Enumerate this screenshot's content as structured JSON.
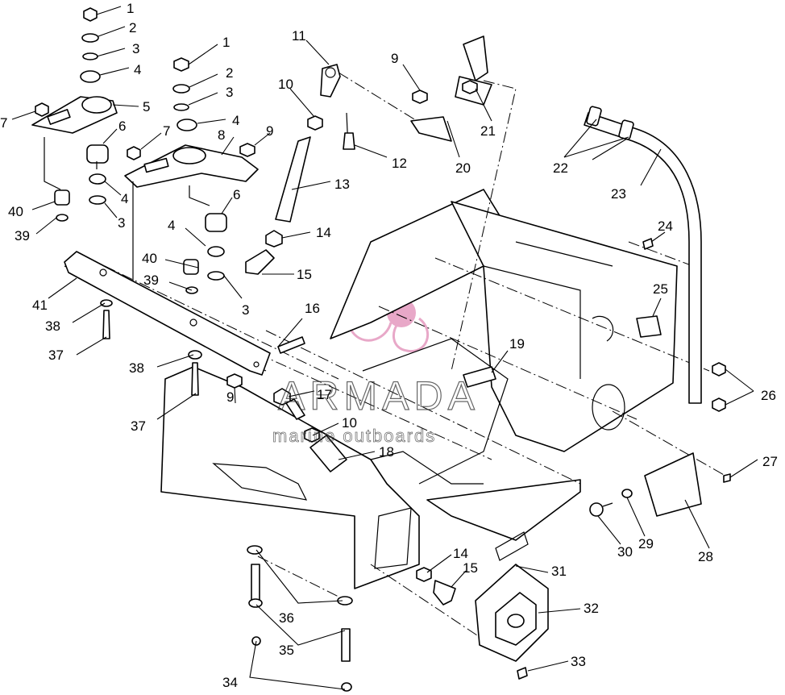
{
  "watermark": {
    "brand": "ARMADA",
    "tagline": "marine outboards",
    "logo_color": "#e8a8c8"
  },
  "callouts": [
    {
      "id": "c1a",
      "text": "1"
    },
    {
      "id": "c2a",
      "text": "2"
    },
    {
      "id": "c3a",
      "text": "3"
    },
    {
      "id": "c4a",
      "text": "4"
    },
    {
      "id": "c5",
      "text": "5"
    },
    {
      "id": "c6a",
      "text": "6"
    },
    {
      "id": "c7a",
      "text": "7"
    },
    {
      "id": "c40a",
      "text": "40"
    },
    {
      "id": "c39a",
      "text": "39"
    },
    {
      "id": "c4b",
      "text": "4"
    },
    {
      "id": "c3b",
      "text": "3"
    },
    {
      "id": "c1b",
      "text": "1"
    },
    {
      "id": "c2b",
      "text": "2"
    },
    {
      "id": "c3c",
      "text": "3"
    },
    {
      "id": "c4c",
      "text": "4"
    },
    {
      "id": "c7b",
      "text": "7"
    },
    {
      "id": "c8",
      "text": "8"
    },
    {
      "id": "c9a",
      "text": "9"
    },
    {
      "id": "c6b",
      "text": "6"
    },
    {
      "id": "c4d",
      "text": "4"
    },
    {
      "id": "c40b",
      "text": "40"
    },
    {
      "id": "c39b",
      "text": "39"
    },
    {
      "id": "c3d",
      "text": "3"
    },
    {
      "id": "c11",
      "text": "11"
    },
    {
      "id": "c10a",
      "text": "10"
    },
    {
      "id": "c12",
      "text": "12"
    },
    {
      "id": "c13",
      "text": "13"
    },
    {
      "id": "c14a",
      "text": "14"
    },
    {
      "id": "c15a",
      "text": "15"
    },
    {
      "id": "c9b",
      "text": "9"
    },
    {
      "id": "c21",
      "text": "21"
    },
    {
      "id": "c20",
      "text": "20"
    },
    {
      "id": "c22",
      "text": "22"
    },
    {
      "id": "c23",
      "text": "23"
    },
    {
      "id": "c24",
      "text": "24"
    },
    {
      "id": "c25",
      "text": "25"
    },
    {
      "id": "c26",
      "text": "26"
    },
    {
      "id": "c27",
      "text": "27"
    },
    {
      "id": "c28",
      "text": "28"
    },
    {
      "id": "c29",
      "text": "29"
    },
    {
      "id": "c30",
      "text": "30"
    },
    {
      "id": "c41",
      "text": "41"
    },
    {
      "id": "c38a",
      "text": "38"
    },
    {
      "id": "c37a",
      "text": "37"
    },
    {
      "id": "c16",
      "text": "16"
    },
    {
      "id": "c19",
      "text": "19"
    },
    {
      "id": "c38b",
      "text": "38"
    },
    {
      "id": "c37b",
      "text": "37"
    },
    {
      "id": "c9c",
      "text": "9"
    },
    {
      "id": "c17",
      "text": "17"
    },
    {
      "id": "c10b",
      "text": "10"
    },
    {
      "id": "c18",
      "text": "18"
    },
    {
      "id": "c14b",
      "text": "14"
    },
    {
      "id": "c15b",
      "text": "15"
    },
    {
      "id": "c31",
      "text": "31"
    },
    {
      "id": "c32",
      "text": "32"
    },
    {
      "id": "c33",
      "text": "33"
    },
    {
      "id": "c36",
      "text": "36"
    },
    {
      "id": "c35",
      "text": "35"
    },
    {
      "id": "c34",
      "text": "34"
    }
  ]
}
